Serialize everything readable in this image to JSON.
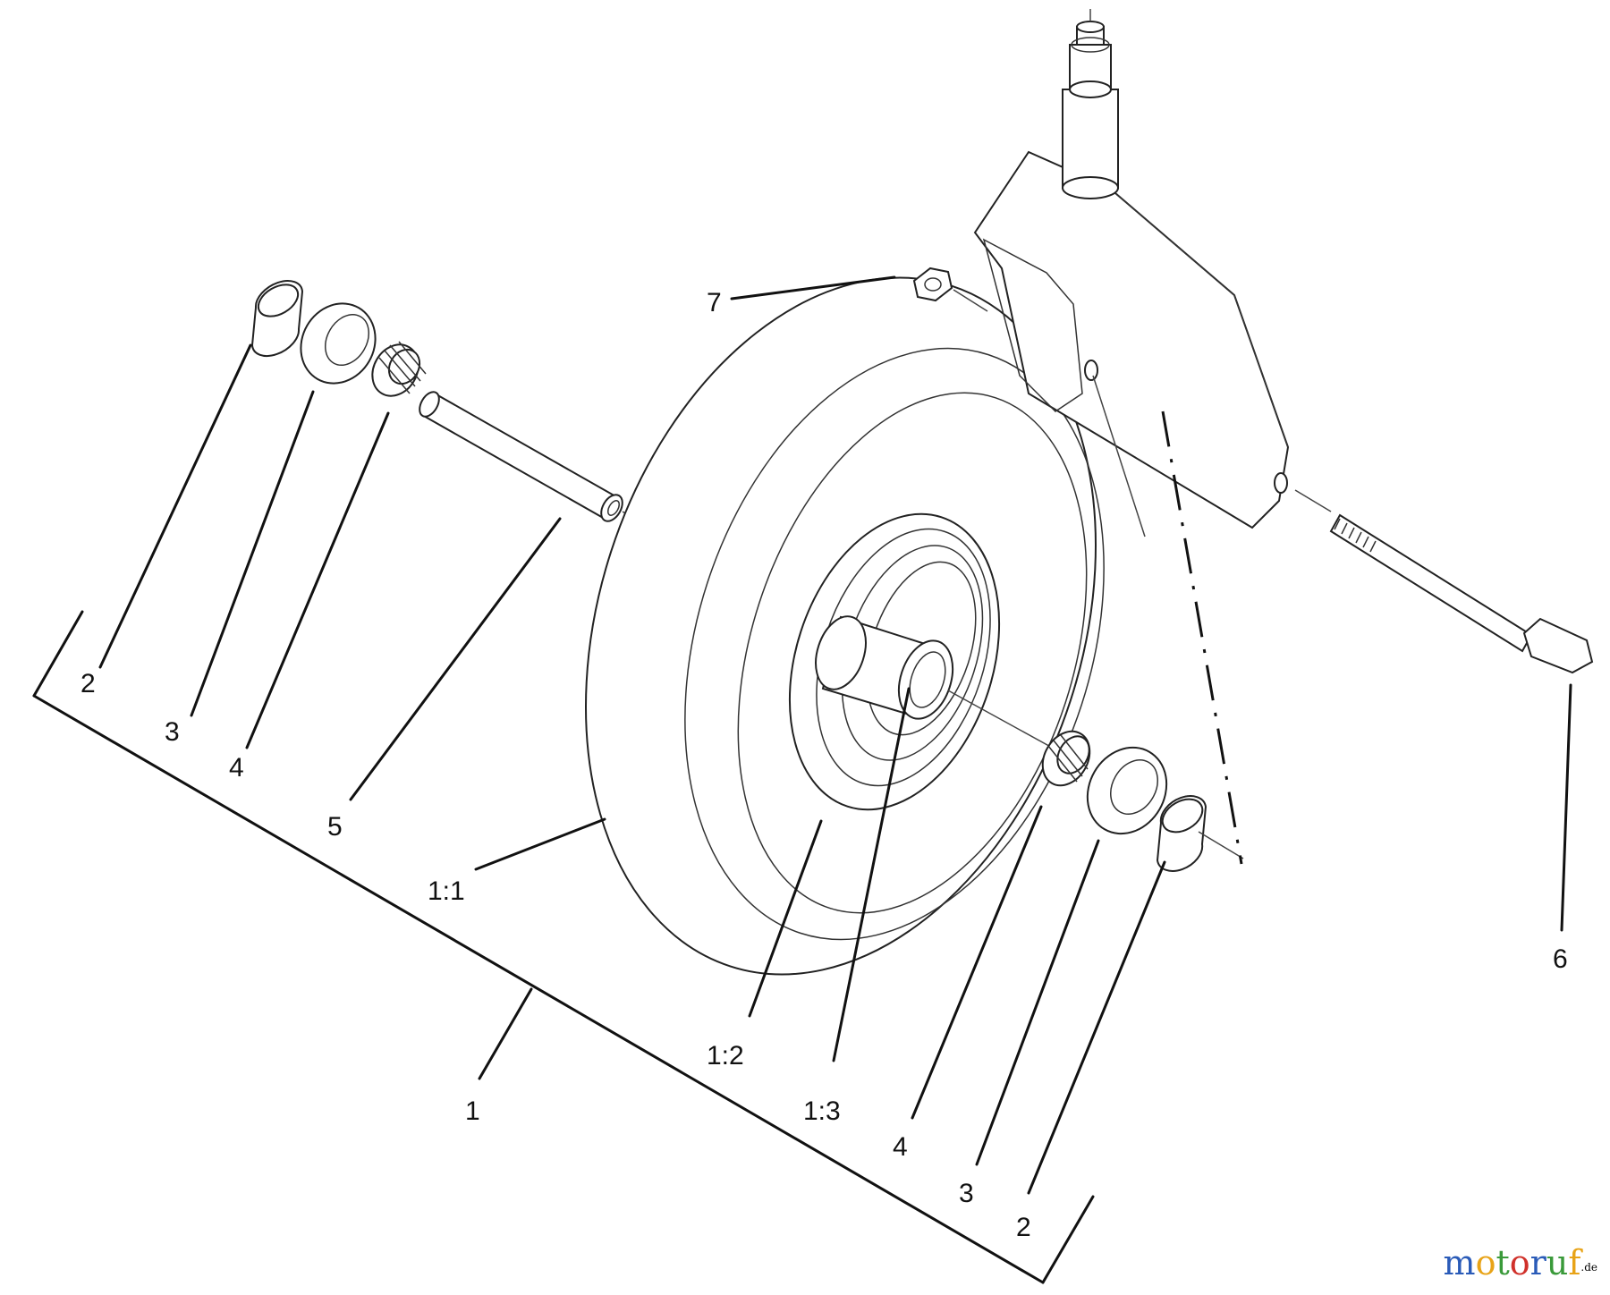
{
  "callouts": {
    "c2_left": "2",
    "c3_left": "3",
    "c4_left": "4",
    "c5": "5",
    "c1_1": "1:1",
    "c1": "1",
    "c1_2": "1:2",
    "c1_3": "1:3",
    "c4_right": "4",
    "c3_right": "3",
    "c2_right": "2",
    "c6": "6",
    "c7": "7"
  },
  "watermark": {
    "text": "motoruf",
    "suffix": ".de",
    "colors": [
      "#2a5bb8",
      "#e8a317",
      "#3a9a3a",
      "#d0302a",
      "#2a5bb8",
      "#3a9a3a",
      "#e8a317"
    ]
  }
}
